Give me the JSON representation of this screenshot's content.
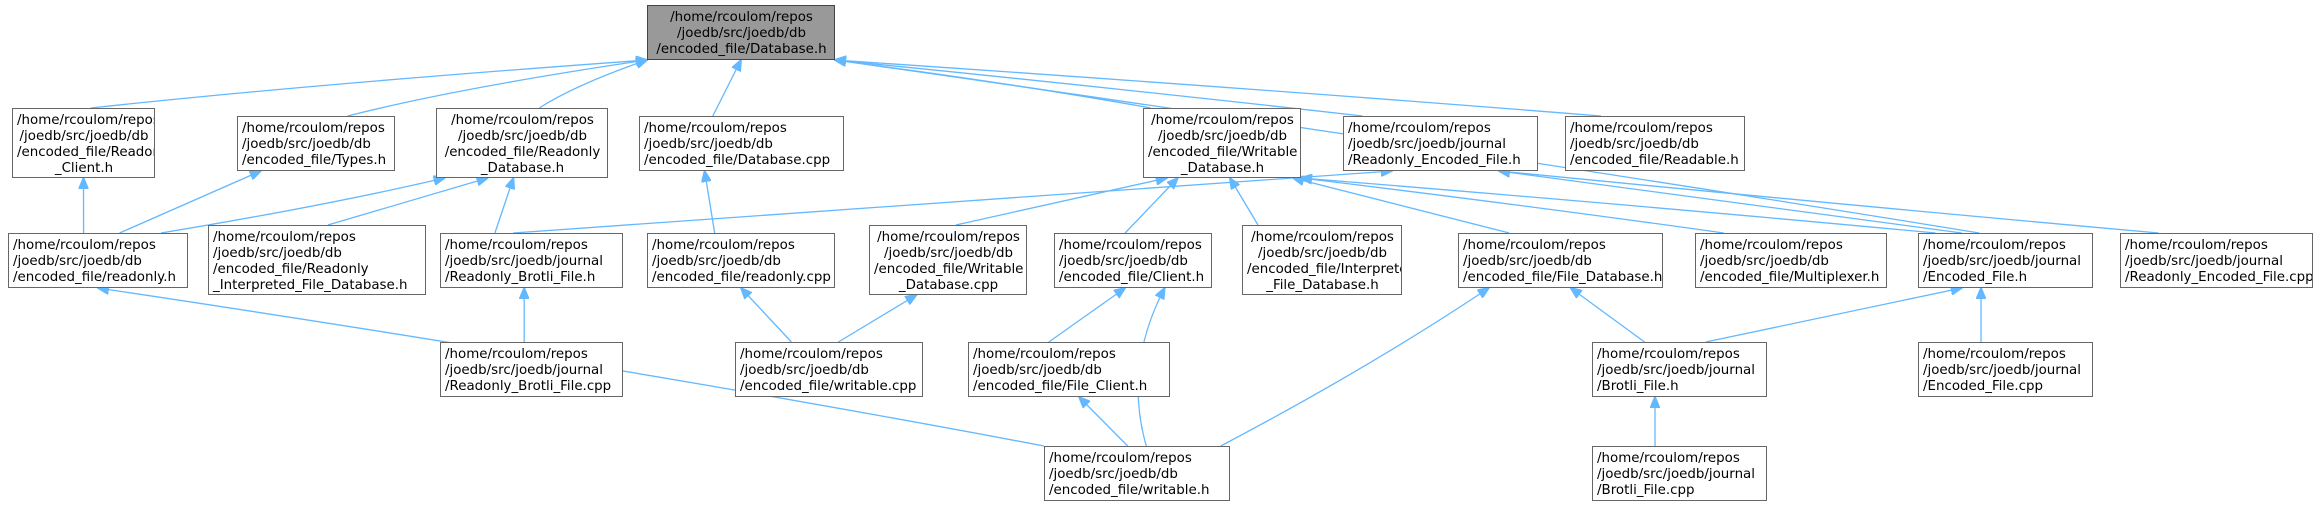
{
  "nodes": [
    {
      "id": "database_h",
      "root": true,
      "center": true,
      "lines": [
        "/home/rcoulom/repos",
        "/joedb/src/joedb/db",
        "/encoded_file/Database.h"
      ]
    },
    {
      "id": "readonly_client_h",
      "center": true,
      "lines": [
        "/home/rcoulom/repos",
        "/joedb/src/joedb/db",
        "/encoded_file/Readonly",
        "_Client.h"
      ]
    },
    {
      "id": "types_h",
      "lines": [
        "/home/rcoulom/repos",
        "/joedb/src/joedb/db",
        "/encoded_file/Types.h"
      ]
    },
    {
      "id": "readonly_database_h",
      "center": true,
      "lines": [
        "/home/rcoulom/repos",
        "/joedb/src/joedb/db",
        "/encoded_file/Readonly",
        "_Database.h"
      ]
    },
    {
      "id": "database_cpp",
      "lines": [
        "/home/rcoulom/repos",
        "/joedb/src/joedb/db",
        "/encoded_file/Database.cpp"
      ]
    },
    {
      "id": "writable_database_h",
      "center": true,
      "lines": [
        "/home/rcoulom/repos",
        "/joedb/src/joedb/db",
        "/encoded_file/Writable",
        "_Database.h"
      ]
    },
    {
      "id": "readonly_encoded_file_h",
      "lines": [
        "/home/rcoulom/repos",
        "/joedb/src/joedb/journal",
        "/Readonly_Encoded_File.h"
      ]
    },
    {
      "id": "readable_h",
      "lines": [
        "/home/rcoulom/repos",
        "/joedb/src/joedb/db",
        "/encoded_file/Readable.h"
      ]
    },
    {
      "id": "readonly_h",
      "lines": [
        "/home/rcoulom/repos",
        "/joedb/src/joedb/db",
        "/encoded_file/readonly.h"
      ]
    },
    {
      "id": "readonly_interpreted_h",
      "lines": [
        "/home/rcoulom/repos",
        "/joedb/src/joedb/db",
        "/encoded_file/Readonly",
        "_Interpreted_File_Database.h"
      ]
    },
    {
      "id": "readonly_brotli_file_h",
      "lines": [
        "/home/rcoulom/repos",
        "/joedb/src/joedb/journal",
        "/Readonly_Brotli_File.h"
      ]
    },
    {
      "id": "readonly_cpp",
      "lines": [
        "/home/rcoulom/repos",
        "/joedb/src/joedb/db",
        "/encoded_file/readonly.cpp"
      ]
    },
    {
      "id": "writable_database_cpp",
      "center": true,
      "lines": [
        "/home/rcoulom/repos",
        "/joedb/src/joedb/db",
        "/encoded_file/Writable",
        "_Database.cpp"
      ]
    },
    {
      "id": "client_h",
      "lines": [
        "/home/rcoulom/repos",
        "/joedb/src/joedb/db",
        "/encoded_file/Client.h"
      ]
    },
    {
      "id": "interpreted_file_database_h",
      "center": true,
      "lines": [
        "/home/rcoulom/repos",
        "/joedb/src/joedb/db",
        "/encoded_file/Interpreted",
        "_File_Database.h"
      ]
    },
    {
      "id": "file_database_h",
      "lines": [
        "/home/rcoulom/repos",
        "/joedb/src/joedb/db",
        "/encoded_file/File_Database.h"
      ]
    },
    {
      "id": "multiplexer_h",
      "lines": [
        "/home/rcoulom/repos",
        "/joedb/src/joedb/db",
        "/encoded_file/Multiplexer.h"
      ]
    },
    {
      "id": "encoded_file_h",
      "lines": [
        "/home/rcoulom/repos",
        "/joedb/src/joedb/journal",
        "/Encoded_File.h"
      ]
    },
    {
      "id": "readonly_encoded_file_cpp",
      "lines": [
        "/home/rcoulom/repos",
        "/joedb/src/joedb/journal",
        "/Readonly_Encoded_File.cpp"
      ]
    },
    {
      "id": "readonly_brotli_file_cpp",
      "lines": [
        "/home/rcoulom/repos",
        "/joedb/src/joedb/journal",
        "/Readonly_Brotli_File.cpp"
      ]
    },
    {
      "id": "writable_cpp",
      "lines": [
        "/home/rcoulom/repos",
        "/joedb/src/joedb/db",
        "/encoded_file/writable.cpp"
      ]
    },
    {
      "id": "file_client_h",
      "lines": [
        "/home/rcoulom/repos",
        "/joedb/src/joedb/db",
        "/encoded_file/File_Client.h"
      ]
    },
    {
      "id": "brotli_file_h",
      "lines": [
        "/home/rcoulom/repos",
        "/joedb/src/joedb/journal",
        "/Brotli_File.h"
      ]
    },
    {
      "id": "encoded_file_cpp",
      "lines": [
        "/home/rcoulom/repos",
        "/joedb/src/joedb/journal",
        "/Encoded_File.cpp"
      ]
    },
    {
      "id": "writable_h",
      "lines": [
        "/home/rcoulom/repos",
        "/joedb/src/joedb/db",
        "/encoded_file/writable.h"
      ]
    },
    {
      "id": "brotli_file_cpp",
      "lines": [
        "/home/rcoulom/repos",
        "/joedb/src/joedb/journal",
        "/Brotli_File.cpp"
      ]
    }
  ],
  "edges": [
    {
      "from": "readonly_client_h",
      "to": "database_h"
    },
    {
      "from": "types_h",
      "to": "database_h"
    },
    {
      "from": "readonly_database_h",
      "to": "database_h"
    },
    {
      "from": "database_cpp",
      "to": "database_h"
    },
    {
      "from": "writable_database_h",
      "to": "database_h"
    },
    {
      "from": "readonly_encoded_file_h",
      "to": "database_h"
    },
    {
      "from": "readable_h",
      "to": "database_h"
    },
    {
      "from": "encoded_file_h",
      "to": "database_h"
    },
    {
      "from": "readonly_h",
      "to": "readonly_client_h"
    },
    {
      "from": "readonly_h",
      "to": "types_h"
    },
    {
      "from": "readonly_h",
      "to": "readonly_database_h"
    },
    {
      "from": "readonly_interpreted_h",
      "to": "readonly_database_h"
    },
    {
      "from": "readonly_brotli_file_h",
      "to": "readonly_database_h"
    },
    {
      "from": "readonly_cpp",
      "to": "database_cpp"
    },
    {
      "from": "writable_database_cpp",
      "to": "writable_database_h"
    },
    {
      "from": "client_h",
      "to": "writable_database_h"
    },
    {
      "from": "interpreted_file_database_h",
      "to": "writable_database_h"
    },
    {
      "from": "file_database_h",
      "to": "writable_database_h"
    },
    {
      "from": "multiplexer_h",
      "to": "writable_database_h"
    },
    {
      "from": "encoded_file_h",
      "to": "writable_database_h"
    },
    {
      "from": "readonly_brotli_file_h",
      "to": "readonly_encoded_file_h"
    },
    {
      "from": "encoded_file_h",
      "to": "readonly_encoded_file_h"
    },
    {
      "from": "readonly_encoded_file_cpp",
      "to": "readonly_encoded_file_h"
    },
    {
      "from": "writable_h",
      "to": "readonly_h"
    },
    {
      "from": "readonly_brotli_file_cpp",
      "to": "readonly_brotli_file_h"
    },
    {
      "from": "writable_cpp",
      "to": "readonly_cpp"
    },
    {
      "from": "writable_cpp",
      "to": "writable_database_cpp"
    },
    {
      "from": "file_client_h",
      "to": "client_h"
    },
    {
      "from": "writable_h",
      "to": "client_h"
    },
    {
      "from": "writable_h",
      "to": "file_client_h"
    },
    {
      "from": "writable_h",
      "to": "file_database_h"
    },
    {
      "from": "brotli_file_h",
      "to": "file_database_h"
    },
    {
      "from": "brotli_file_h",
      "to": "encoded_file_h"
    },
    {
      "from": "encoded_file_cpp",
      "to": "encoded_file_h"
    },
    {
      "from": "brotli_file_cpp",
      "to": "brotli_file_h"
    }
  ],
  "colors": {
    "edge": "#63b8ff",
    "border": "#666666",
    "root_fill": "#999999",
    "fill": "#ffffff",
    "text": "#000000"
  }
}
